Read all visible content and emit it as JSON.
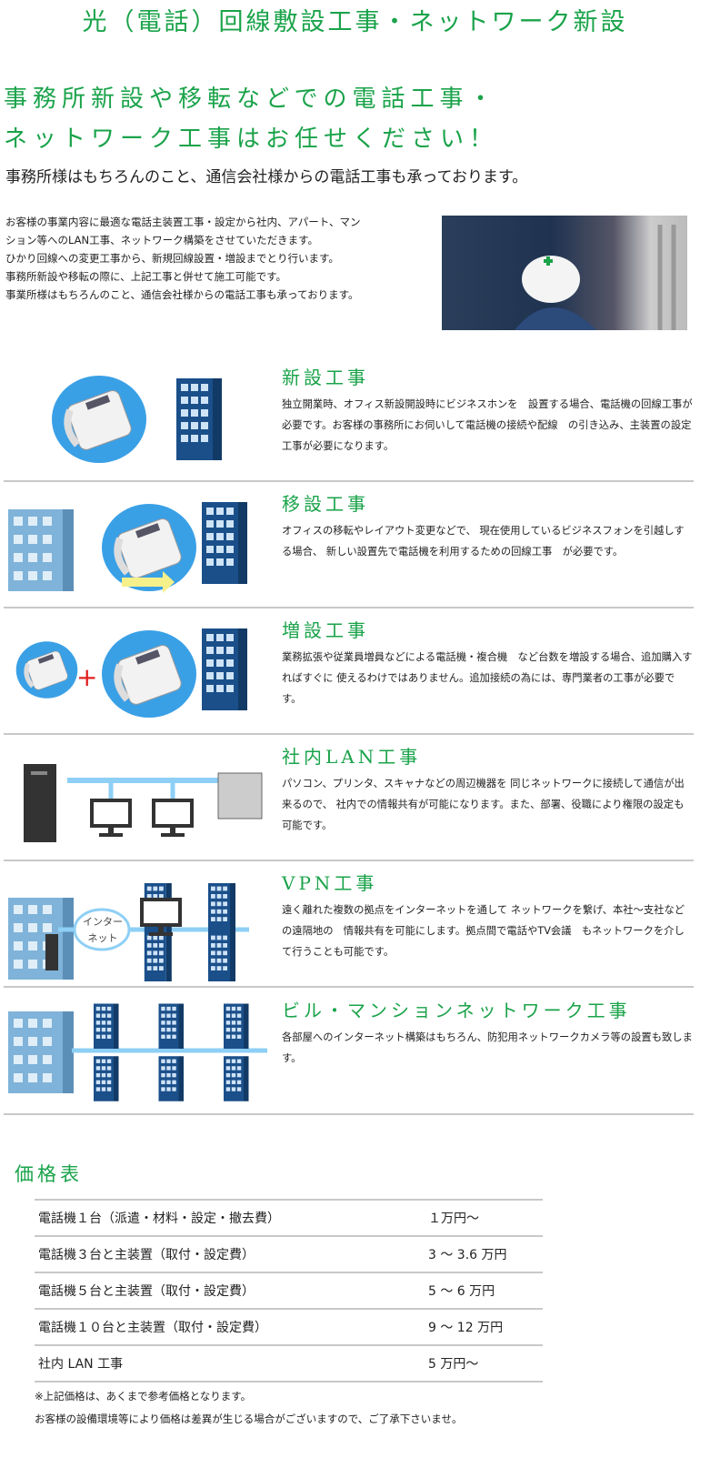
{
  "page_title": "光（電話）回線敷設工事・ネットワーク新設",
  "headline": [
    "事務所新設や移転などでの電話工事・",
    "ネットワーク工事はお任せください！"
  ],
  "subheadline": "事務所様はもちろんのこと、通信会社様からの電話工事も承っております。",
  "intro": [
    "お客様の事業内容に最適な電話主装置工事・設定から社内、アパート、マン",
    "ション等へのLAN工事、ネットワーク構築をさせていただきます。",
    "ひかり回線への変更工事から、新規回線設置・増設までとり行います。",
    "事務所新設や移転の際に、上記工事と併せて施工可能です。",
    "事業所様はもちろんのこと、通信会社様からの電話工事も承っております。"
  ],
  "services": [
    {
      "title": "新設工事",
      "text": "独立開業時、オフィス新設開設時にビジネスホンを　設置する場合、電話機の回線工事が必要です。お客様の事務所にお伺いして電話機の接続や配線　の引き込み、主装置の設定工事が必要になります。"
    },
    {
      "title": "移設工事",
      "text": "オフィスの移転やレイアウト変更などで、 現在使用しているビジネスフォンを引越しする場合、 新しい設置先で電話機を利用するための回線工事　が必要です。"
    },
    {
      "title": "増設工事",
      "text": "業務拡張や従業員増員などによる電話機・複合機　など台数を増設する場合、追加購入すればすぐに 使えるわけではありません。追加接続の為には、専門業者の工事が必要です。"
    },
    {
      "title": "社内LAN工事",
      "text": "パソコン、プリンタ、スキャナなどの周辺機器を 同じネットワークに接続して通信が出来るので、 社内での情報共有が可能になります。また、部署、役職により権限の設定も可能です。"
    },
    {
      "title": "VPN工事",
      "text": "遠く離れた複数の拠点をインターネットを通して ネットワークを繋げ、本社〜支社などの遠隔地の　情報共有を可能にします。拠点間で電話やTV会議　もネットワークを介して行うことも可能です。",
      "diagram_label": "インター\nネット"
    },
    {
      "title": "ビル・マンションネットワーク工事",
      "text": "各部屋へのインターネット構築はもちろん、防犯用ネットワークカメラ等の設置も致します。"
    }
  ],
  "price": {
    "title": "価格表",
    "rows": [
      {
        "item": "電話機１台（派遣・材料・設定・撤去費）",
        "price": "１万円〜"
      },
      {
        "item": "電話機３台と主装置（取付・設定費）",
        "price": "3 〜 3.6 万円"
      },
      {
        "item": "電話機５台と主装置（取付・設定費）",
        "price": "5 〜 6 万円"
      },
      {
        "item": "電話機１０台と主装置（取付・設定費）",
        "price": "9 〜 12 万円"
      },
      {
        "item": "社内 LAN 工事",
        "price": "5 万円〜"
      }
    ],
    "notes": [
      "※上記価格は、あくまで参考価格となります。",
      "お客様の設備環境等により価格は差異が生じる場合がございますので、ご了承下さいませ。"
    ]
  },
  "colors": {
    "accent": "#1aa34a",
    "building": "#1a4f8a",
    "cloud": "#3aa0e6",
    "line": "#8ecff5"
  }
}
